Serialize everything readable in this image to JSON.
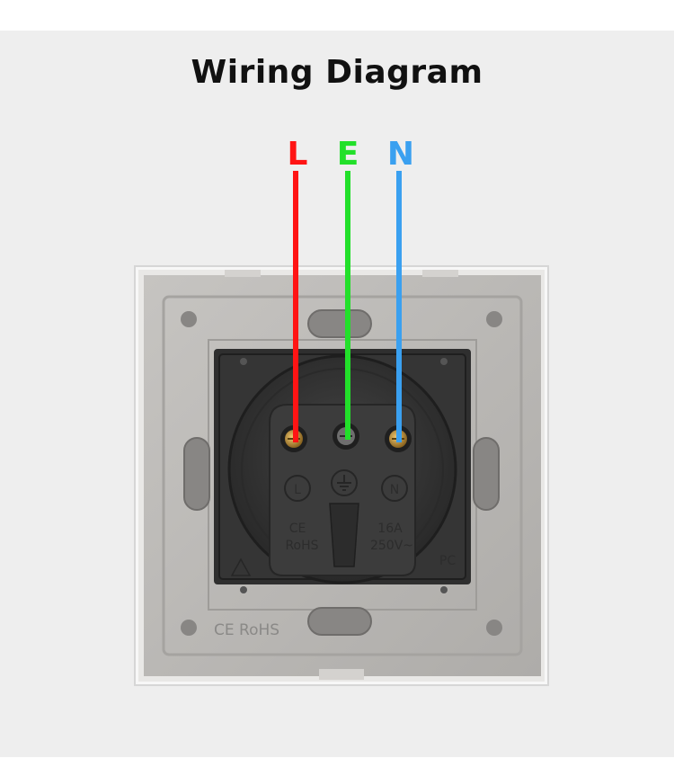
{
  "title": "Wiring Diagram",
  "wires": [
    {
      "label": "L",
      "color": "#ff1414"
    },
    {
      "label": "E",
      "color": "#22e02a"
    },
    {
      "label": "N",
      "color": "#3aa0f0"
    }
  ],
  "socket_markings": {
    "terminal_live": "L",
    "terminal_neutral": "N",
    "ce_mark": "CE",
    "rohs_mark": "RoHS",
    "rating_current": "16A",
    "rating_voltage": "250V~",
    "material": "PC",
    "plate_marking": "CE RoHS"
  },
  "colors": {
    "background": "#eeeeee",
    "plate": "#bcbab7",
    "socket_body": "#3a3a3a",
    "brass": "#c89a3c"
  }
}
